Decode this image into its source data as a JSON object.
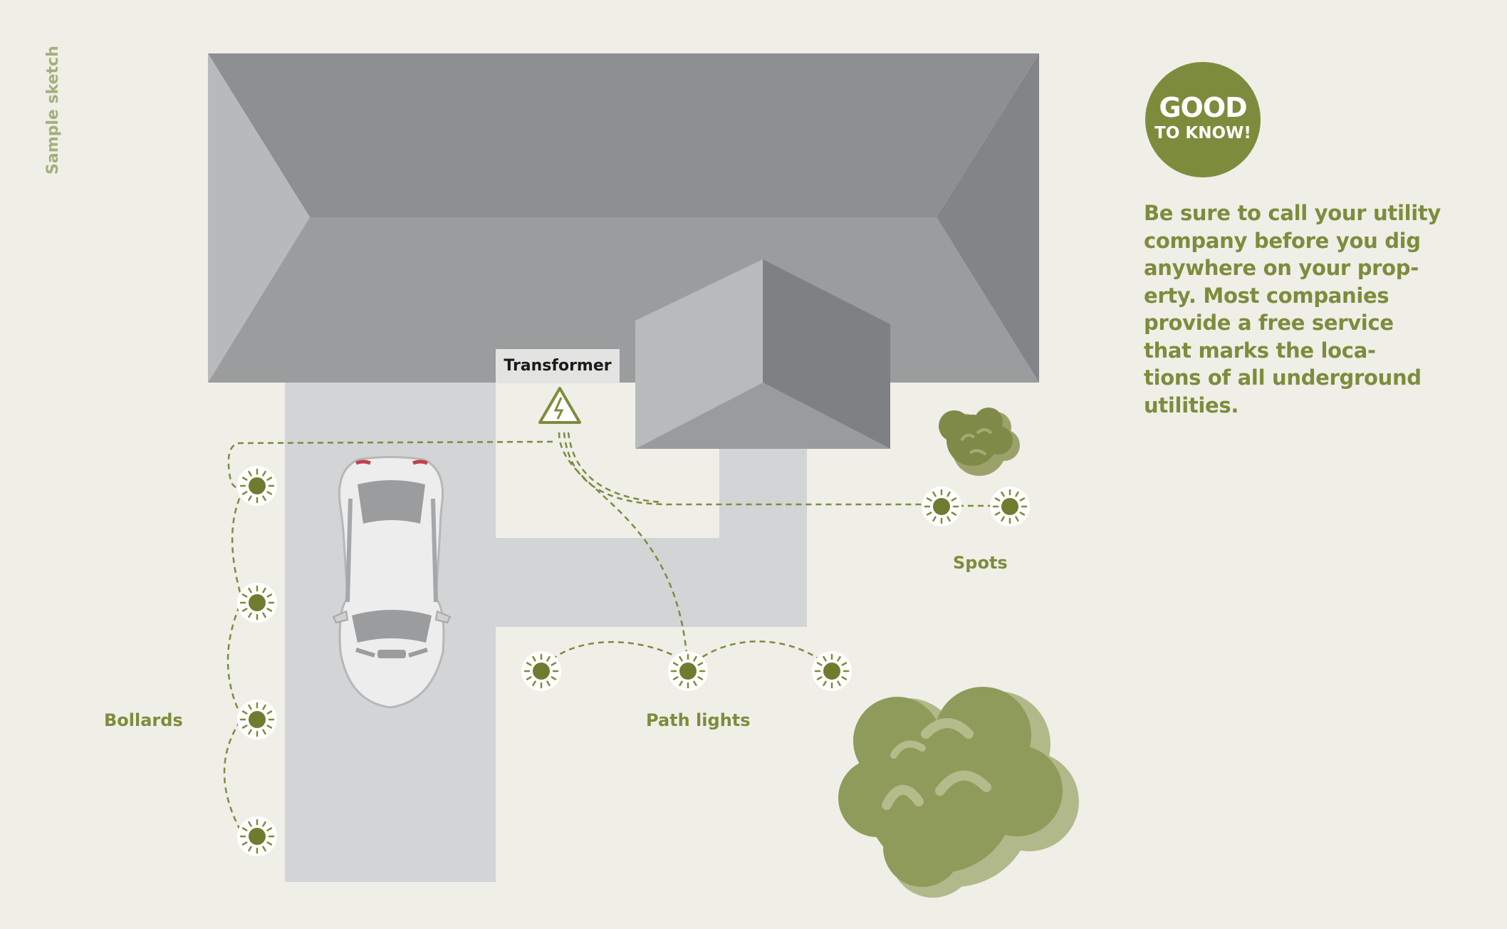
{
  "sidebar_label": "Sample sketch",
  "badge": {
    "line1": "GOOD",
    "line2": "TO KNOW!"
  },
  "note": {
    "lines": [
      "Be sure to call your utility",
      "company before you dig",
      "anywhere on your prop-",
      "erty. Most companies",
      "provide a free service",
      "that marks the loca-",
      "tions of all underground",
      "utilities."
    ]
  },
  "labels": {
    "transformer": "Transformer",
    "bollards": "Bollards",
    "path_lights": "Path lights",
    "spots": "Spots"
  },
  "colors": {
    "background": "#efefe8",
    "accent": "#7d8c3c",
    "accent_light": "#a3b07a",
    "roof_dark": "#8e8f91",
    "roof_light": "#b8b9bb",
    "pavement": "#d3d4d5",
    "shrub": "#909c5c"
  },
  "icons": [
    "transformer-warning-icon",
    "light-fixture-icon",
    "car-icon",
    "shrub-icon"
  ]
}
